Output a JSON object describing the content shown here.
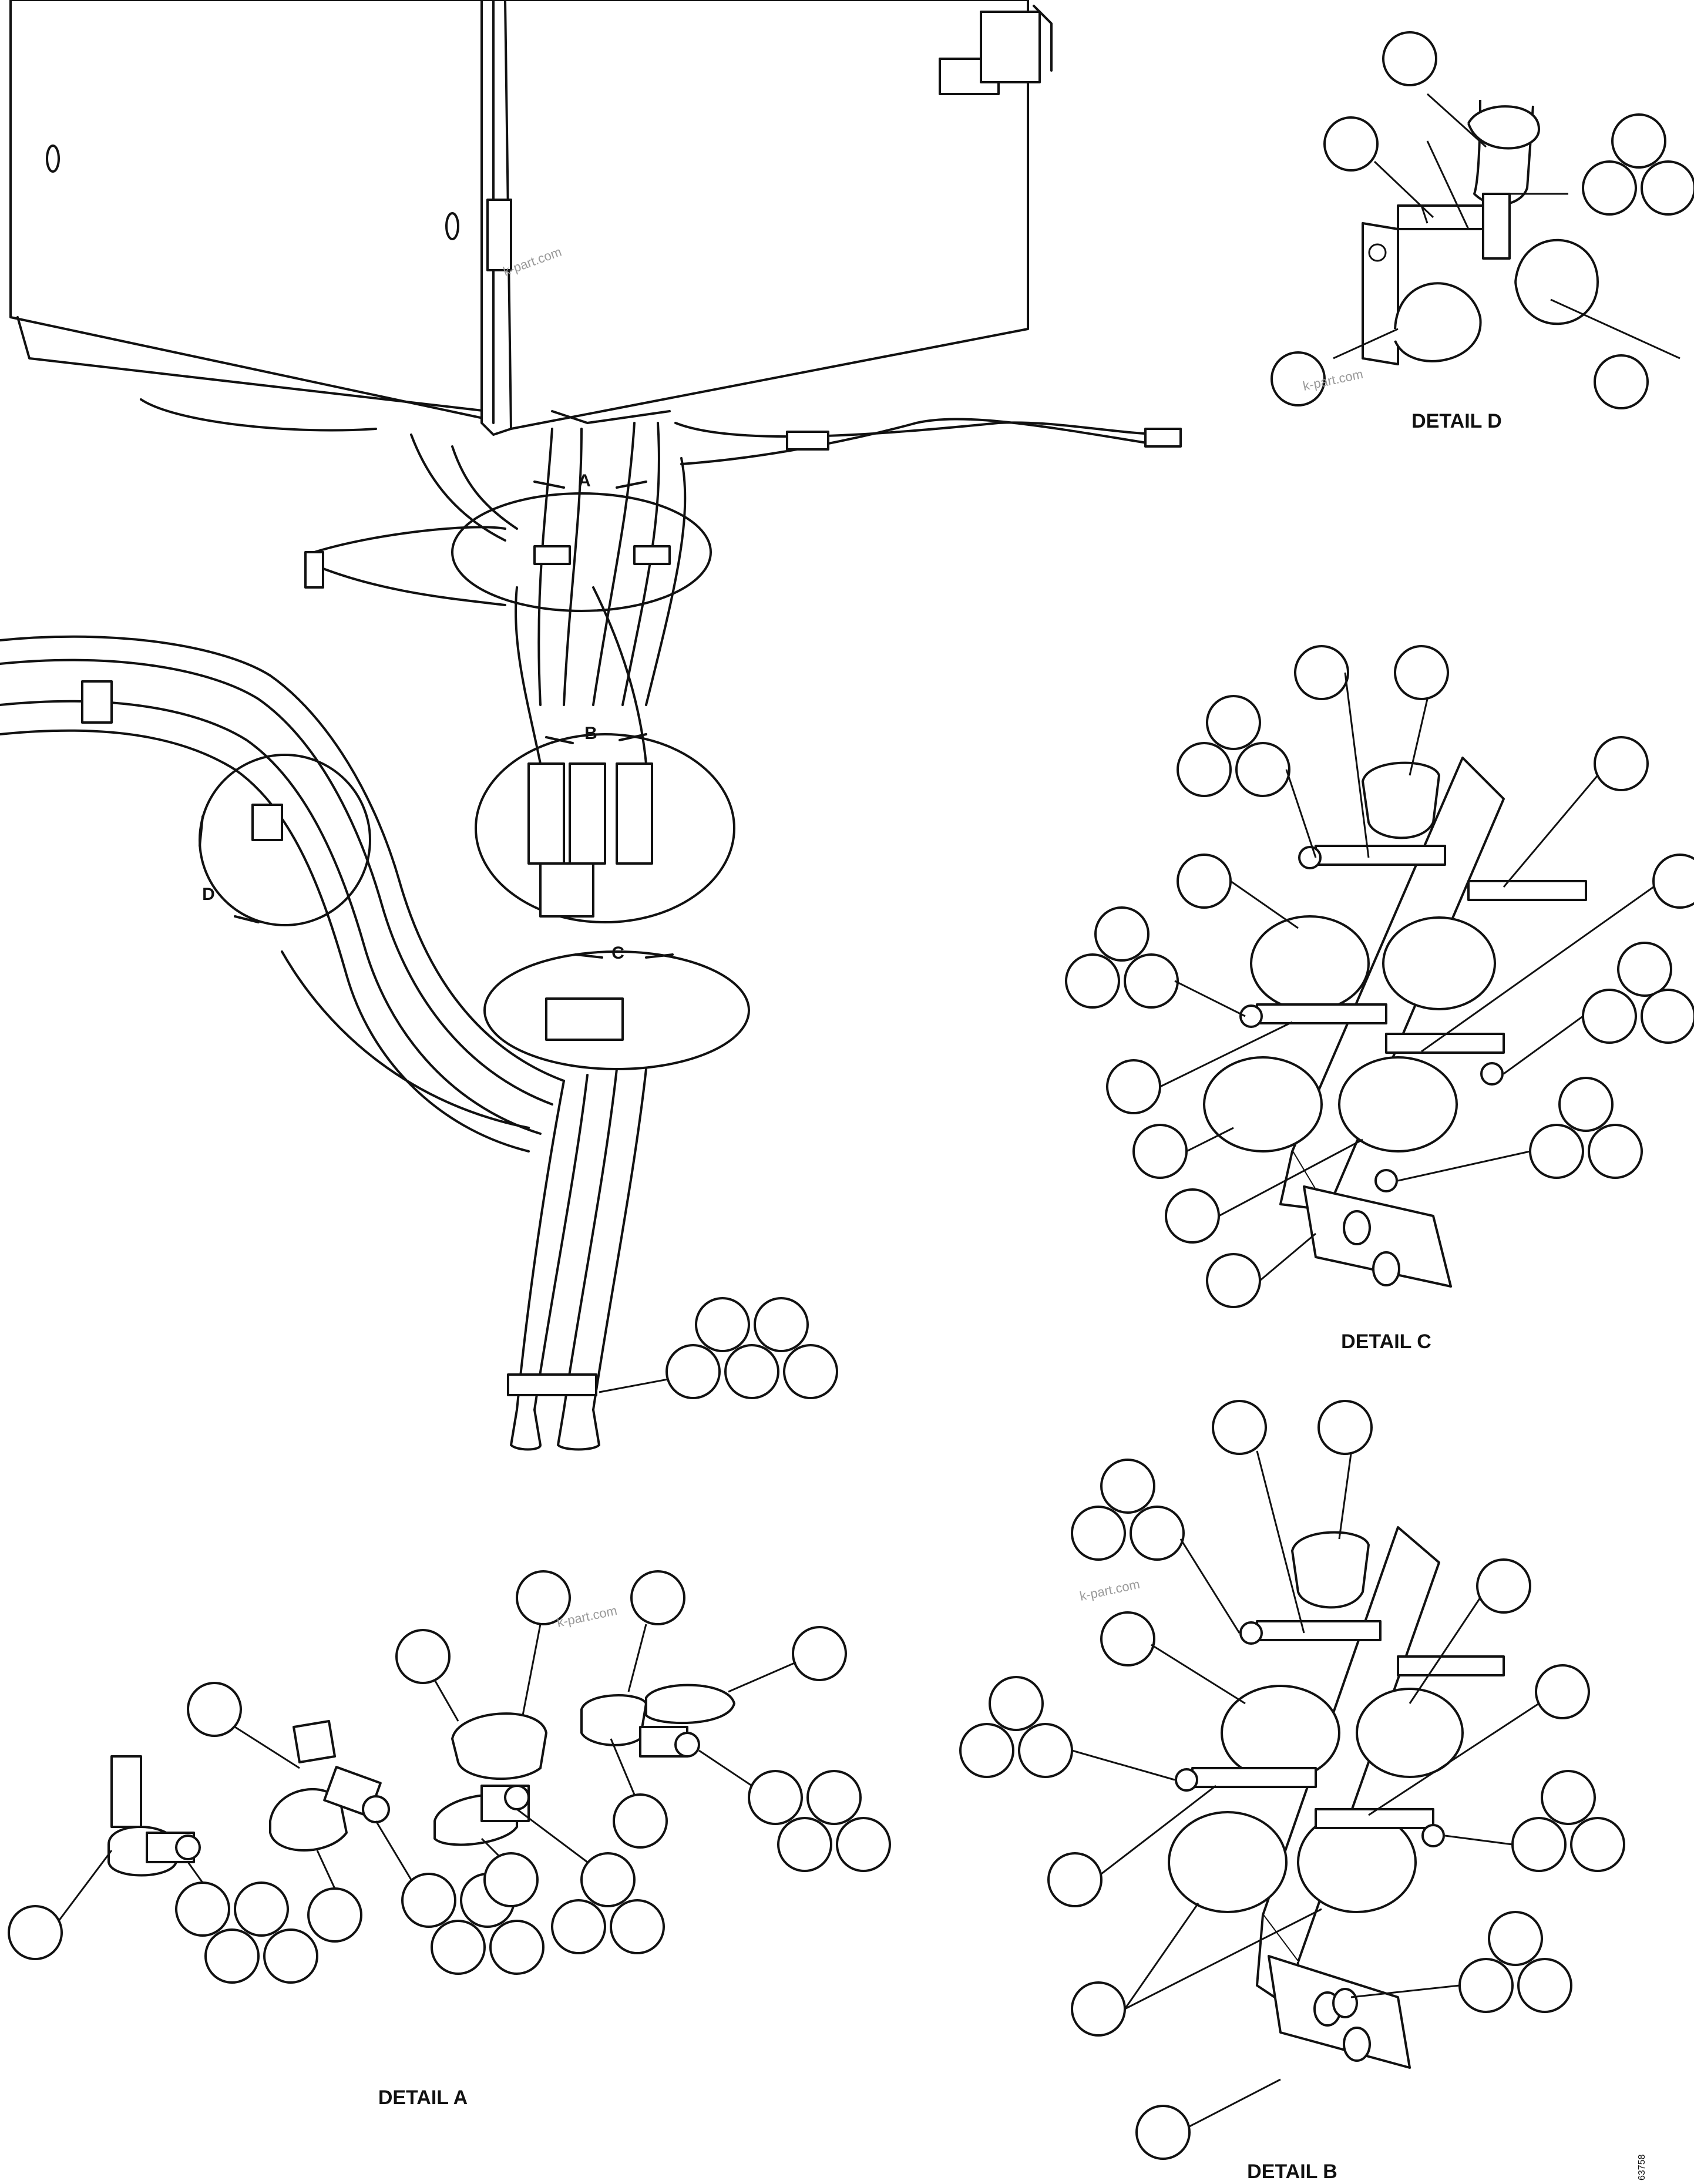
{
  "figure": {
    "detail_labels": {
      "a": "DETAIL A",
      "b": "DETAIL B",
      "c": "DETAIL C",
      "d": "DETAIL D"
    },
    "view_markers": [
      "A",
      "B",
      "C",
      "D"
    ],
    "watermark": "k-part.com",
    "figure_number": "63758"
  }
}
